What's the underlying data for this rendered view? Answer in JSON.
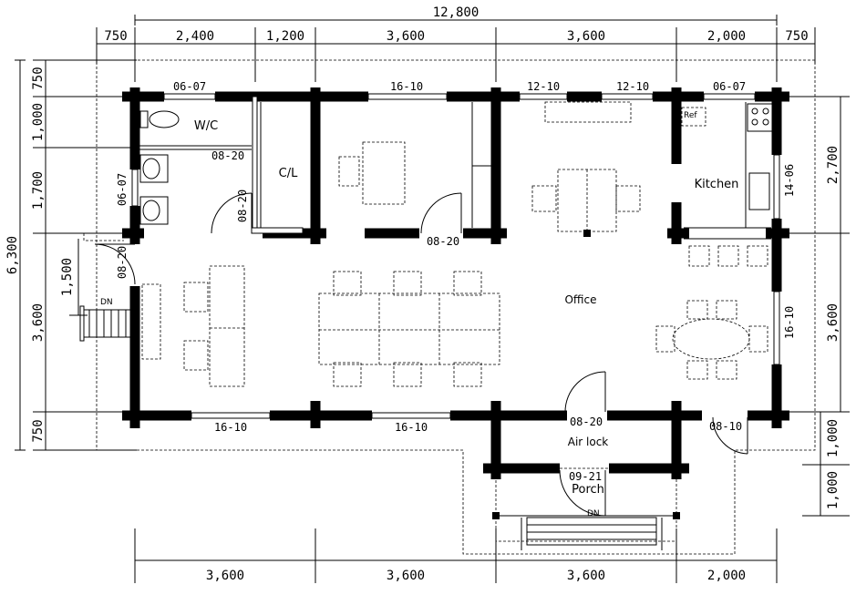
{
  "dimensions": {
    "top_total": "12,800",
    "top_segments": [
      "750",
      "2,400",
      "1,200",
      "3,600",
      "3,600",
      "2,000",
      "750"
    ],
    "bottom_segments": [
      "3,600",
      "3,600",
      "3,600",
      "2,000"
    ],
    "left_total": "6,300",
    "left_segments": [
      "750",
      "1,000",
      "1,700",
      "3,600",
      "750"
    ],
    "left_inner": "1,500",
    "right_segments": [
      "2,700",
      "3,600",
      "1,000",
      "1,000"
    ]
  },
  "rooms": {
    "wc": "W/C",
    "closet": "C/L",
    "kitchen": "Kitchen",
    "office": "Office",
    "airlock": "Air lock",
    "porch": "Porch",
    "ref": "Ref",
    "dn_left": "DN",
    "dn_porch": "DN"
  },
  "openings": {
    "w_top_wc": "06-07",
    "w_top_room": "16-10",
    "w_top_dining1": "12-10",
    "w_top_dining2": "12-10",
    "w_top_kitchen": "06-07",
    "w_left_wc": "06-07",
    "d_wc": "08-20",
    "d_closet": "08-20",
    "d_room": "08-20",
    "d_left_exit": "08-20",
    "w_right_kitchen": "14-06",
    "w_right_office": "16-10",
    "w_bottom1": "16-10",
    "w_bottom2": "16-10",
    "d_airlock": "08-20",
    "d_side": "08-10",
    "d_porch": "09-21"
  }
}
